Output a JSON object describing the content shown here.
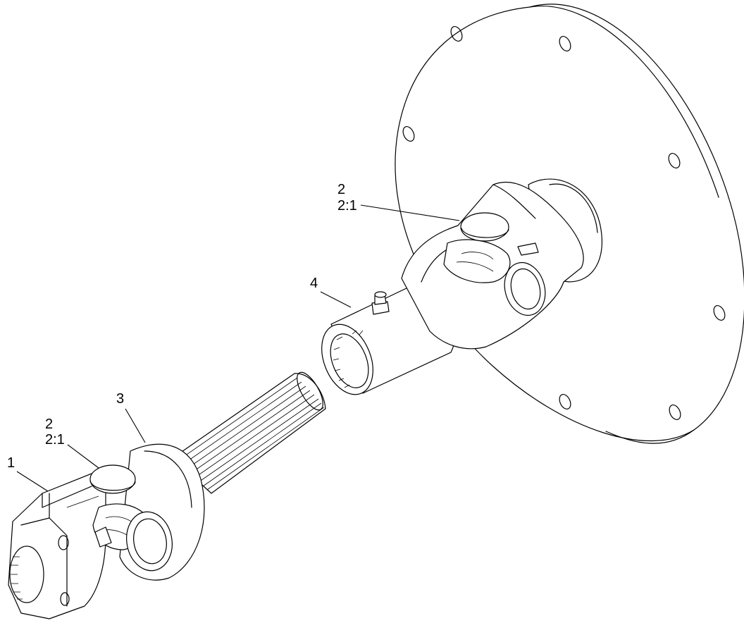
{
  "callouts": {
    "c1": {
      "item": "1"
    },
    "c2_top": {
      "item": "2",
      "qty": "2:1"
    },
    "c2_bottom": {
      "item": "2",
      "qty": "2:1"
    },
    "c3": {
      "item": "3"
    },
    "c4": {
      "item": "4"
    }
  }
}
